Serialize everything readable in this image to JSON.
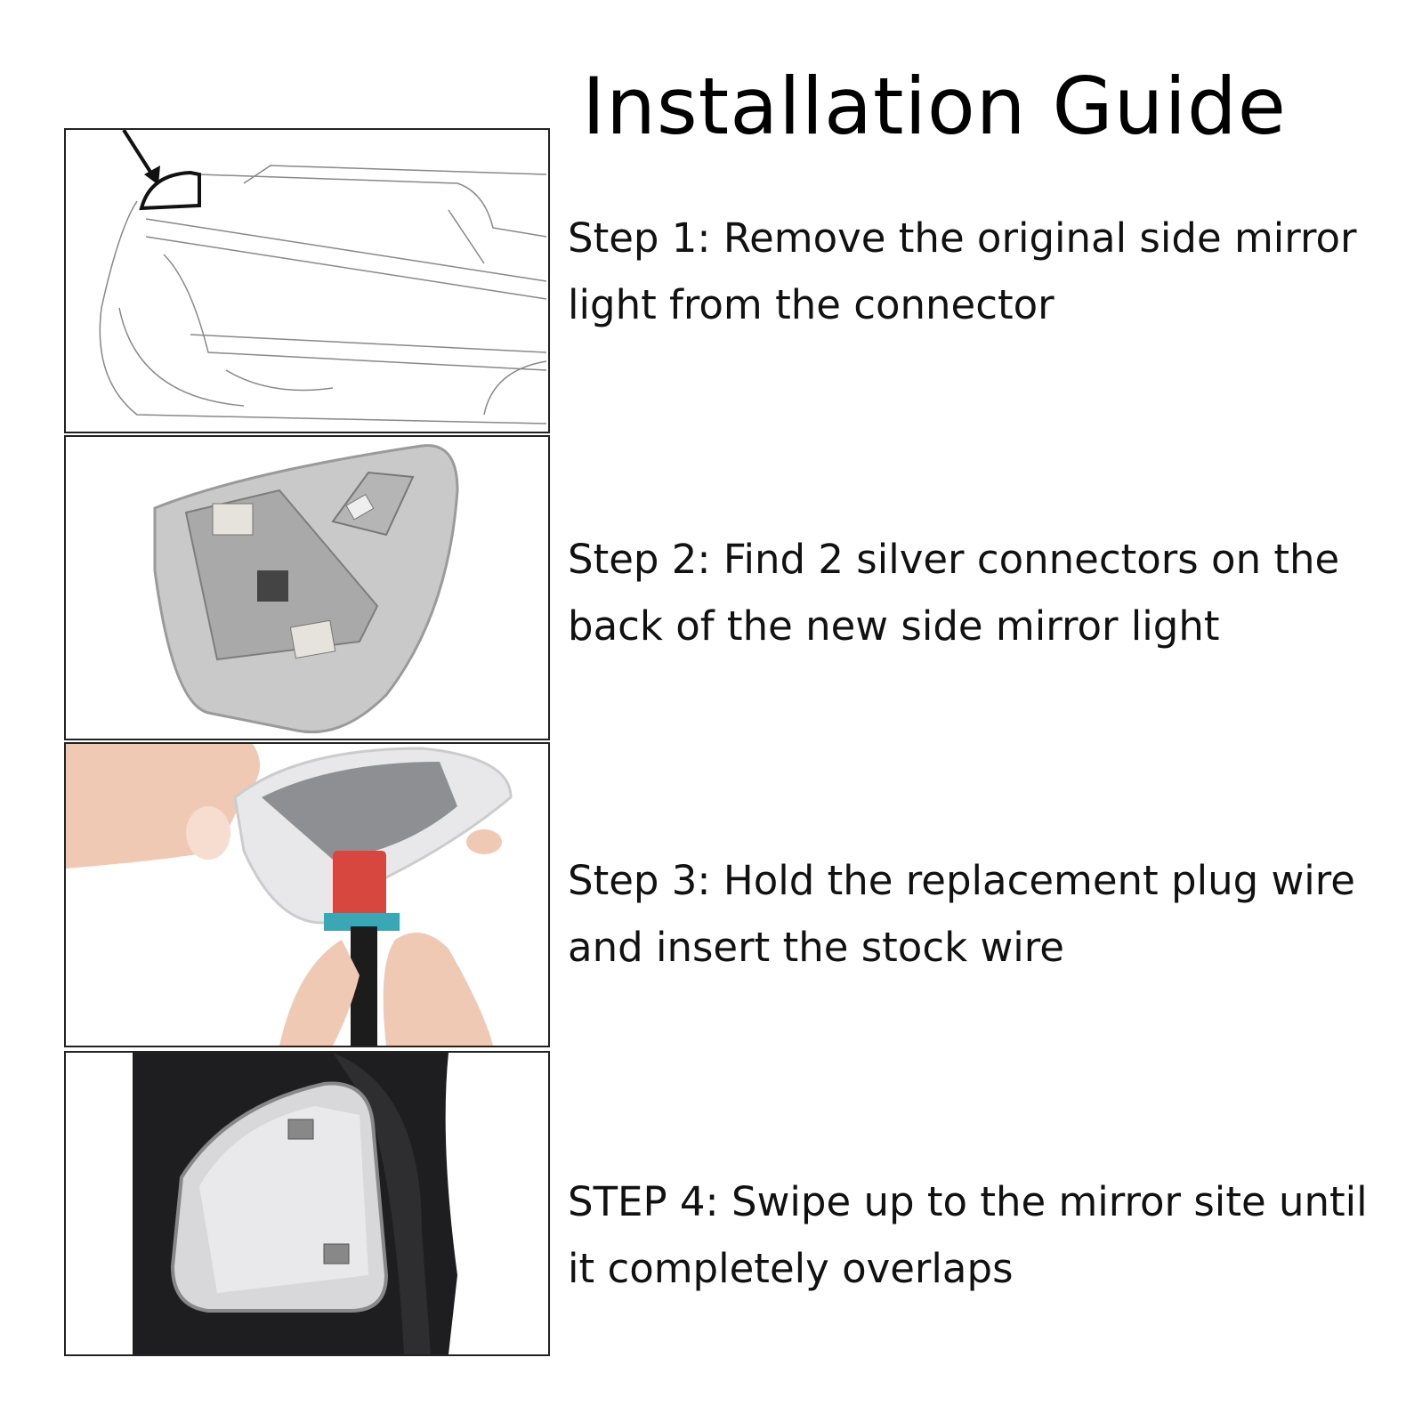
{
  "title": "Installation Guide",
  "steps": [
    {
      "lines": [
        "Step 1: Remove the original side mirror",
        "light from the connector"
      ],
      "image": "mirror-line-drawing"
    },
    {
      "lines": [
        "Step 2: Find 2 silver connectors on the",
        "back of the new side mirror light"
      ],
      "image": "light-back-view"
    },
    {
      "lines": [
        "Step 3: Hold the replacement plug wire",
        "and insert the stock wire"
      ],
      "image": "plug-insertion-photo"
    },
    {
      "lines": [
        "STEP 4: Swipe up to the mirror site until",
        "it completely overlaps"
      ],
      "image": "installed-light-photo"
    }
  ]
}
